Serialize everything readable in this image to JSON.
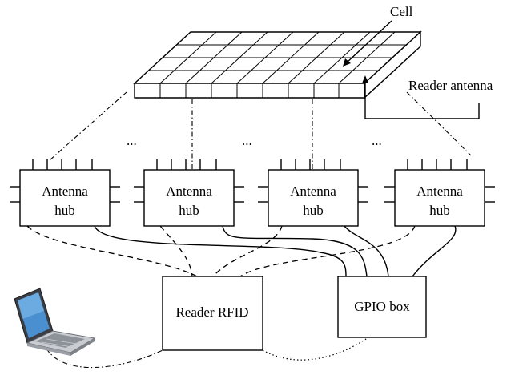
{
  "labels": {
    "cell": "Cell",
    "reader_antenna": "Reader antenna",
    "reader_rfid": "Reader RFID",
    "gpio_box": "GPIO box",
    "ellipsis": "..."
  },
  "hubs": [
    {
      "line1": "Antenna",
      "line2": "hub"
    },
    {
      "line1": "Antenna",
      "line2": "hub"
    },
    {
      "line1": "Antenna",
      "line2": "hub"
    },
    {
      "line1": "Antenna",
      "line2": "hub"
    }
  ],
  "icons": {
    "computer": "laptop-icon"
  }
}
